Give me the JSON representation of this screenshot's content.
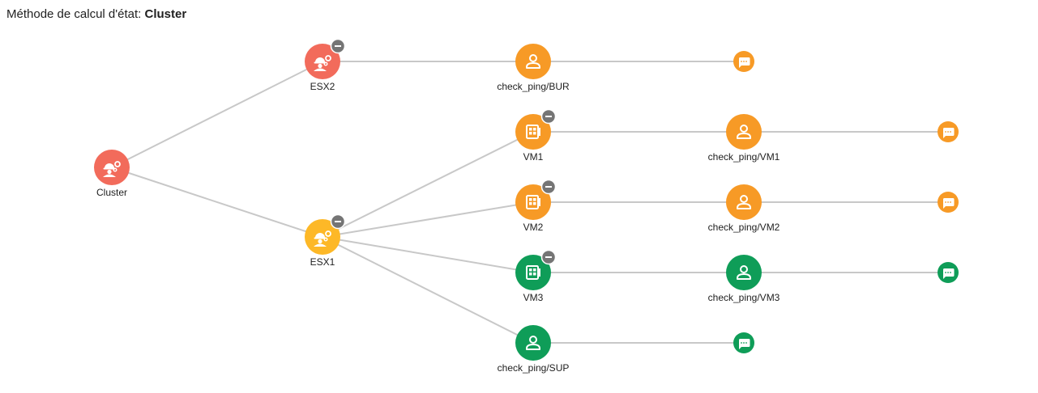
{
  "header": {
    "prefix": "Méthode de calcul d'état:",
    "method": "Cluster"
  },
  "colors": {
    "critical": "#f26b5b",
    "warning": "#fdb827",
    "orange": "#f79a26",
    "ok": "#0f9d58",
    "edge": "#c8c8c8",
    "collapse_badge": "#757575"
  },
  "nodes": [
    {
      "id": "cluster",
      "label": "Cluster",
      "icon": "service-cluster-icon",
      "status": "critical",
      "collapsible": false
    },
    {
      "id": "esx2",
      "label": "ESX2",
      "icon": "service-cluster-icon",
      "status": "critical",
      "collapsible": true
    },
    {
      "id": "esx1",
      "label": "ESX1",
      "icon": "service-cluster-icon",
      "status": "warning",
      "collapsible": true
    },
    {
      "id": "bur",
      "label": "check_ping/BUR",
      "icon": "person-icon",
      "status": "orange",
      "collapsible": false
    },
    {
      "id": "vm1",
      "label": "VM1",
      "icon": "vm-icon",
      "status": "orange",
      "collapsible": true
    },
    {
      "id": "vm2",
      "label": "VM2",
      "icon": "vm-icon",
      "status": "orange",
      "collapsible": true
    },
    {
      "id": "vm3",
      "label": "VM3",
      "icon": "vm-icon",
      "status": "ok",
      "collapsible": true
    },
    {
      "id": "sup",
      "label": "check_ping/SUP",
      "icon": "person-icon",
      "status": "ok",
      "collapsible": false
    },
    {
      "id": "pvm1",
      "label": "check_ping/VM1",
      "icon": "person-icon",
      "status": "orange",
      "collapsible": false
    },
    {
      "id": "pvm2",
      "label": "check_ping/VM2",
      "icon": "person-icon",
      "status": "orange",
      "collapsible": false
    },
    {
      "id": "pvm3",
      "label": "check_ping/VM3",
      "icon": "person-icon",
      "status": "ok",
      "collapsible": false
    },
    {
      "id": "c_bur",
      "label": "",
      "icon": "comment-icon",
      "status": "orange",
      "collapsible": false
    },
    {
      "id": "c_vm1",
      "label": "",
      "icon": "comment-icon",
      "status": "orange",
      "collapsible": false
    },
    {
      "id": "c_vm2",
      "label": "",
      "icon": "comment-icon",
      "status": "orange",
      "collapsible": false
    },
    {
      "id": "c_vm3",
      "label": "",
      "icon": "comment-icon",
      "status": "ok",
      "collapsible": false
    },
    {
      "id": "c_sup",
      "label": "",
      "icon": "comment-icon",
      "status": "ok",
      "collapsible": false
    }
  ],
  "edges": [
    [
      "cluster",
      "esx2"
    ],
    [
      "cluster",
      "esx1"
    ],
    [
      "esx2",
      "bur"
    ],
    [
      "bur",
      "c_bur"
    ],
    [
      "esx1",
      "vm1"
    ],
    [
      "esx1",
      "vm2"
    ],
    [
      "esx1",
      "vm3"
    ],
    [
      "esx1",
      "sup"
    ],
    [
      "vm1",
      "pvm1"
    ],
    [
      "pvm1",
      "c_vm1"
    ],
    [
      "vm2",
      "pvm2"
    ],
    [
      "pvm2",
      "c_vm2"
    ],
    [
      "vm3",
      "pvm3"
    ],
    [
      "pvm3",
      "c_vm3"
    ],
    [
      "sup",
      "c_sup"
    ]
  ]
}
